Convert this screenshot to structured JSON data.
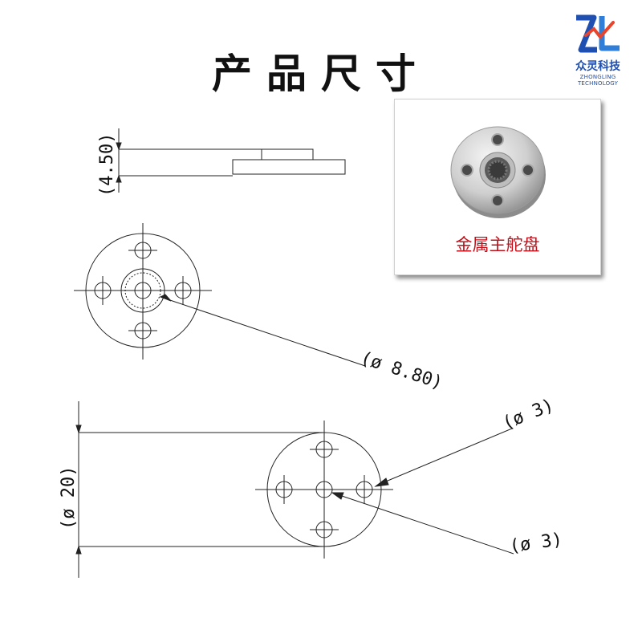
{
  "page": {
    "title": "产品尺寸"
  },
  "logo": {
    "mark": "ZL",
    "name_cn": "众灵科技",
    "name_en": "ZHONGLING TECHNOLOGY",
    "colors": {
      "primary": "#1f4fb0",
      "accent": "#e8452c"
    }
  },
  "photo": {
    "caption": "金属主舵盘",
    "caption_color": "#c0101a",
    "icon": "servo-horn-photo"
  },
  "dimensions": {
    "thickness": "(4.50)",
    "gear_diameter": "(ø 8.80)",
    "disc_diameter": "(ø 20)",
    "outer_hole_diameter": "(ø 3)",
    "center_hole_diameter": "(ø 3)"
  }
}
